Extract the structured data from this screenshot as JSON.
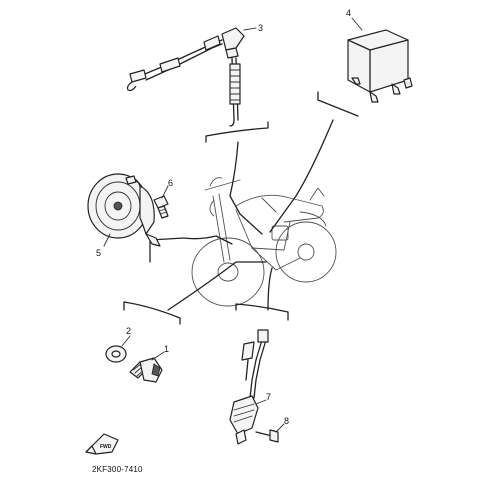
{
  "diagram": {
    "part_code": "2KF300-7410",
    "callouts": {
      "c1": "1",
      "c2": "2",
      "c3": "3",
      "c4": "4",
      "c5": "5",
      "c6": "6",
      "c7": "7",
      "c8": "8"
    },
    "direction_badge": "FWD"
  }
}
